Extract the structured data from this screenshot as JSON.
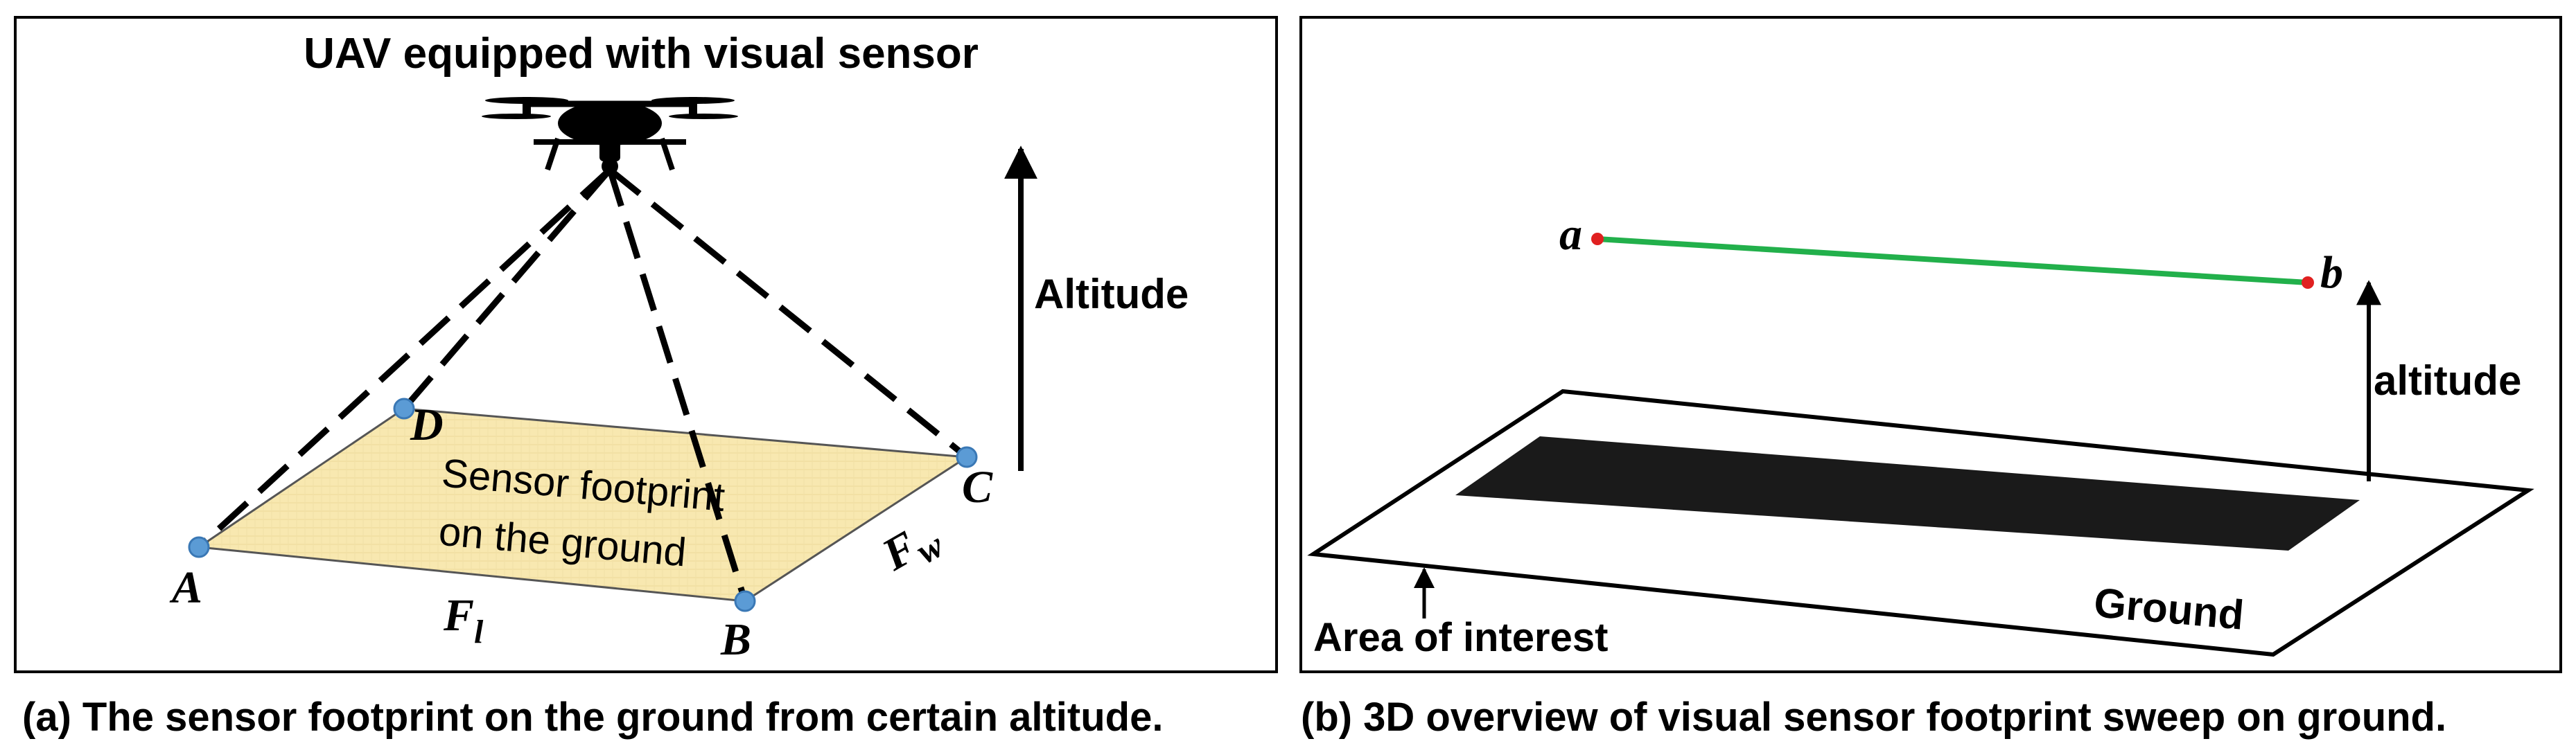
{
  "panel_a": {
    "uav_label": "UAV equipped with visual sensor",
    "altitude_label": "Altitude",
    "footprint_label_line1": "Sensor footprint",
    "footprint_label_line2": "on the ground",
    "corner_labels": {
      "A": "A",
      "B": "B",
      "C": "C",
      "D": "D"
    },
    "length_label_main": "F",
    "length_label_sub": "l",
    "width_label_main": "F",
    "width_label_sub": "w",
    "caption_marker": "(a)",
    "caption_text": "The sensor footprint on the ground from certain altitude.",
    "icons": {
      "uav": "drone-icon"
    },
    "colors": {
      "footprint_fill": "#f8e8b0",
      "corner_points": "#5b9bd5"
    }
  },
  "panel_b": {
    "point_a_label": "a",
    "point_b_label": "b",
    "altitude_label": "altitude",
    "area_label": "Area of interest",
    "ground_label": "Ground",
    "caption_marker": "(b)",
    "caption_text": "3D overview of  visual sensor footprint sweep on ground.",
    "colors": {
      "sweep_line": "#22b04b",
      "endpoints": "#e02020",
      "area_fill": "#1a1a1a"
    }
  }
}
